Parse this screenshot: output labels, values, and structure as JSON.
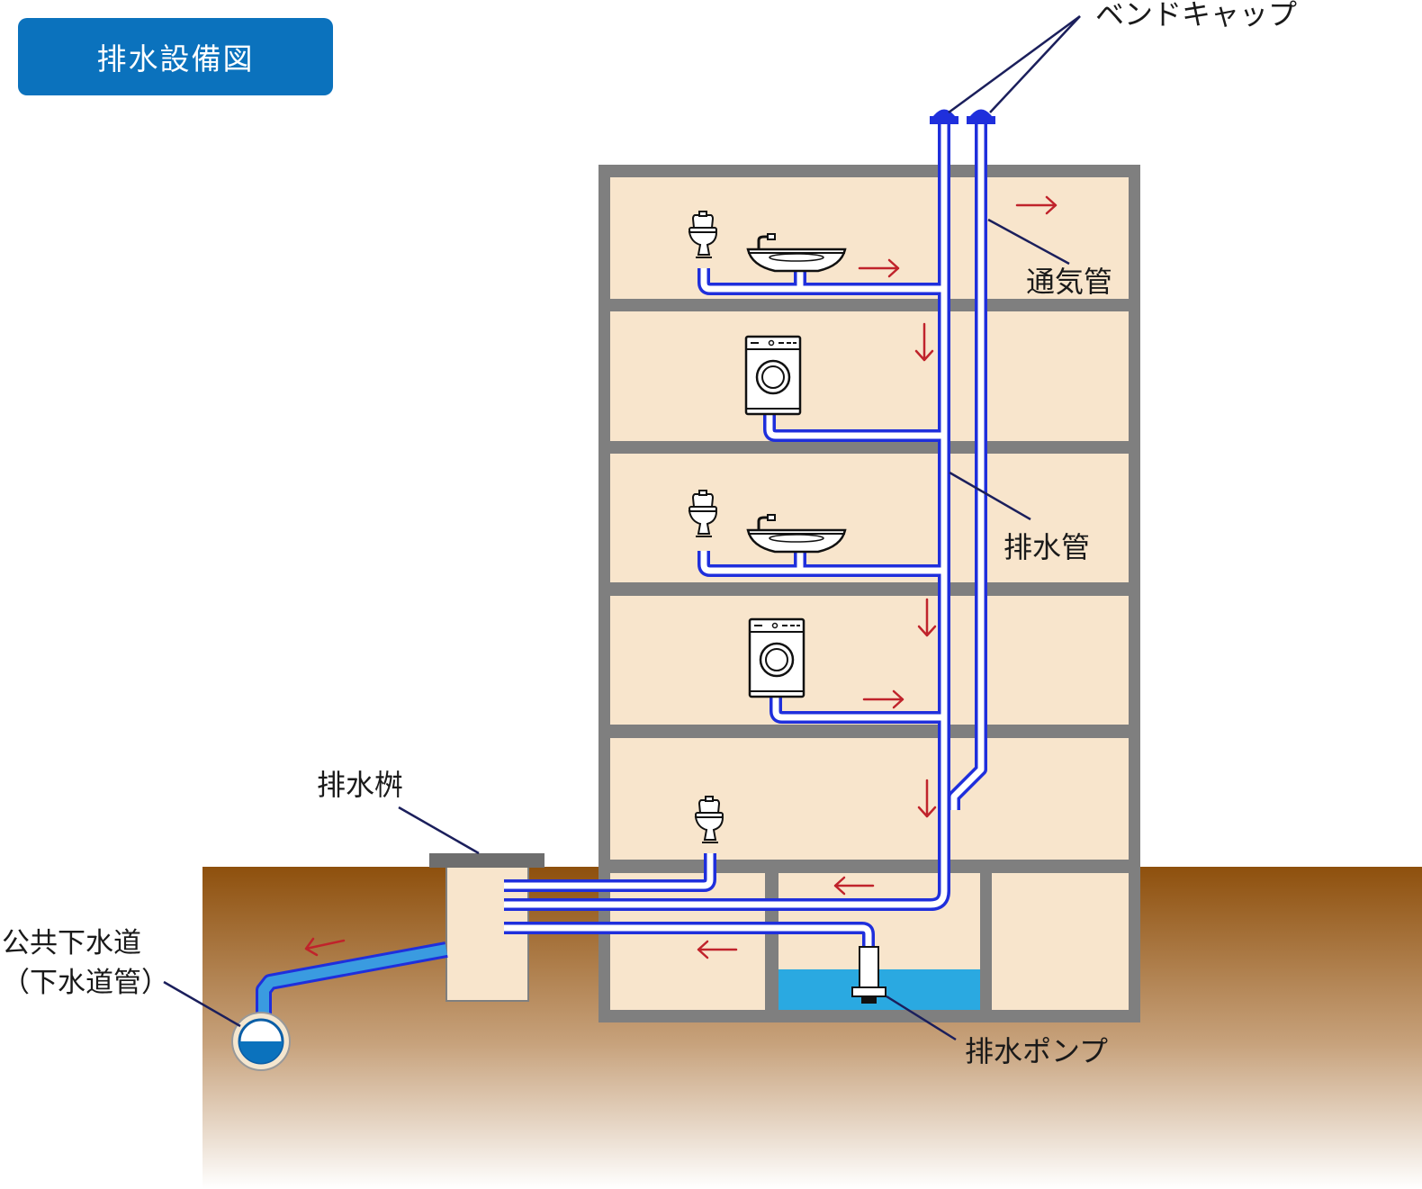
{
  "title": "排水設備図",
  "labels": {
    "bend_cap": "ベンドキャップ",
    "vent_pipe": "通気管",
    "drain_pipe": "排水管",
    "drain_basin": "排水桝",
    "public_sewer": "公共下水道",
    "sewer_pipe": "（下水道管）",
    "drain_pump": "排水ポンプ"
  },
  "fixtures": [
    {
      "floor": 5,
      "items": [
        "toilet-icon",
        "washbasin-icon"
      ]
    },
    {
      "floor": 4,
      "items": [
        "washing-machine-icon"
      ]
    },
    {
      "floor": 3,
      "items": [
        "toilet-icon",
        "washbasin-icon"
      ]
    },
    {
      "floor": 2,
      "items": [
        "washing-machine-icon"
      ]
    },
    {
      "floor": 1,
      "items": [
        "toilet-icon"
      ]
    }
  ],
  "colors": {
    "title_badge": "#0b72bd",
    "pipe": "#1f2fdc",
    "flow_arrow": "#c0232b",
    "building_frame": "#7f7f7f",
    "room": "#f8e5cc",
    "soil_top": "#8e500d",
    "water": "#2aa9e1"
  }
}
